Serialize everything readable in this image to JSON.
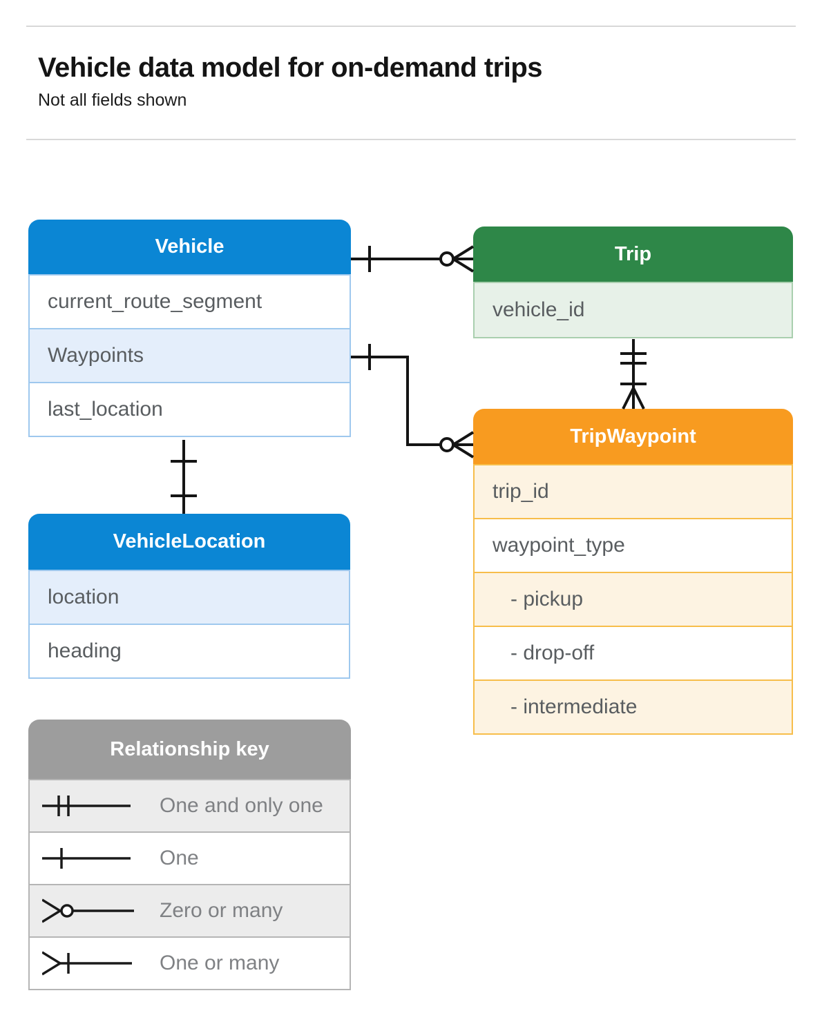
{
  "page": {
    "title": "Vehicle data model for on-demand trips",
    "subtitle": "Not all fields shown"
  },
  "tables": {
    "vehicle": {
      "title": "Vehicle",
      "rows": [
        {
          "label": "current_route_segment"
        },
        {
          "label": "Waypoints"
        },
        {
          "label": "last_location"
        }
      ]
    },
    "trip": {
      "title": "Trip",
      "rows": [
        {
          "label": "vehicle_id"
        }
      ]
    },
    "trip_waypoint": {
      "title": "TripWaypoint",
      "rows": [
        {
          "label": "trip_id"
        },
        {
          "label": "waypoint_type"
        },
        {
          "label": "- pickup"
        },
        {
          "label": "- drop-off"
        },
        {
          "label": "- intermediate"
        }
      ]
    },
    "vehicle_location": {
      "title": "VehicleLocation",
      "rows": [
        {
          "label": "location"
        },
        {
          "label": "heading"
        }
      ]
    }
  },
  "legend": {
    "title": "Relationship key",
    "items": [
      {
        "label": "One and only one",
        "symbol": "one-and-only-one"
      },
      {
        "label": "One",
        "symbol": "one"
      },
      {
        "label": "Zero or many",
        "symbol": "zero-or-many"
      },
      {
        "label": "One or many",
        "symbol": "one-or-many"
      }
    ]
  },
  "relationships": [
    {
      "from": "Vehicle",
      "to": "Trip",
      "from_cardinality": "one",
      "to_cardinality": "zero-or-many"
    },
    {
      "from": "Vehicle.Waypoints",
      "to": "TripWaypoint",
      "from_cardinality": "one",
      "to_cardinality": "zero-or-many"
    },
    {
      "from": "Trip",
      "to": "TripWaypoint",
      "from_cardinality": "one-and-only-one",
      "to_cardinality": "one-or-many"
    },
    {
      "from": "Vehicle",
      "to": "VehicleLocation",
      "from_cardinality": "one",
      "to_cardinality": "one"
    }
  ],
  "colors": {
    "blue_header": "#0b86d4",
    "blue_row": "#e4eefb",
    "blue_border": "#9ec8ee",
    "green_header": "#2e8748",
    "green_row": "#e7f1e8",
    "green_border": "#a9cfae",
    "orange_header": "#f89b20",
    "orange_row": "#fdf3e2",
    "orange_border": "#f7bd4a",
    "gray_header": "#9d9d9d",
    "gray_row": "#ececec",
    "gray_border": "#b5b5b5"
  }
}
